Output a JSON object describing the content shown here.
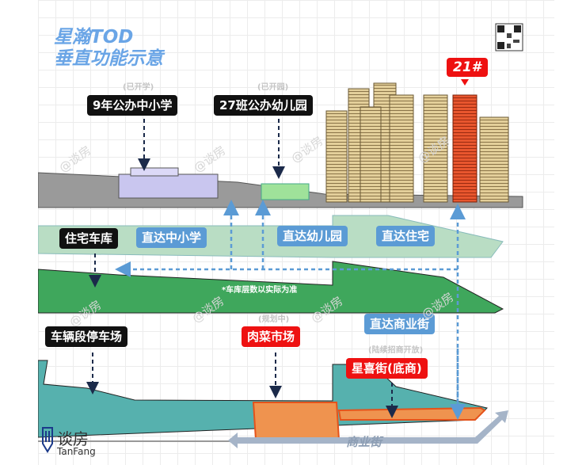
{
  "title": {
    "line1": "星瀚TOD",
    "line2": "垂直功能示意"
  },
  "top_level": {
    "school": {
      "status": "(已开学)",
      "label": "9年公办中小学"
    },
    "kindergarten": {
      "status": "(已开园)",
      "label": "27班公办幼儿园"
    },
    "tower_tag": "21#"
  },
  "garage_level": {
    "garage_label": "住宅车库",
    "to_school": "直达中小学",
    "to_kindergarten": "直达幼儿园",
    "to_residence": "直达住宅",
    "footnote": "*车库层数以实际为准"
  },
  "bottom_level": {
    "depot_label": "车辆段停车场",
    "market_status": "(规划中)",
    "market_label": "肉菜市场",
    "to_commercial": "直达商业街",
    "street_status": "(陆续招商开放)",
    "street_label": "星喜街(底商)",
    "commercial_arrow": "商业街"
  },
  "watermark": "@谈房",
  "logo": {
    "name": "谈房",
    "latin": "TanFang"
  },
  "colors": {
    "blue": "#5b9bd5",
    "red": "#ee1111",
    "teal": "#56b1ae",
    "orange": "#ef934f",
    "green": "#3fa75c",
    "light_green": "#b9ddc4"
  }
}
